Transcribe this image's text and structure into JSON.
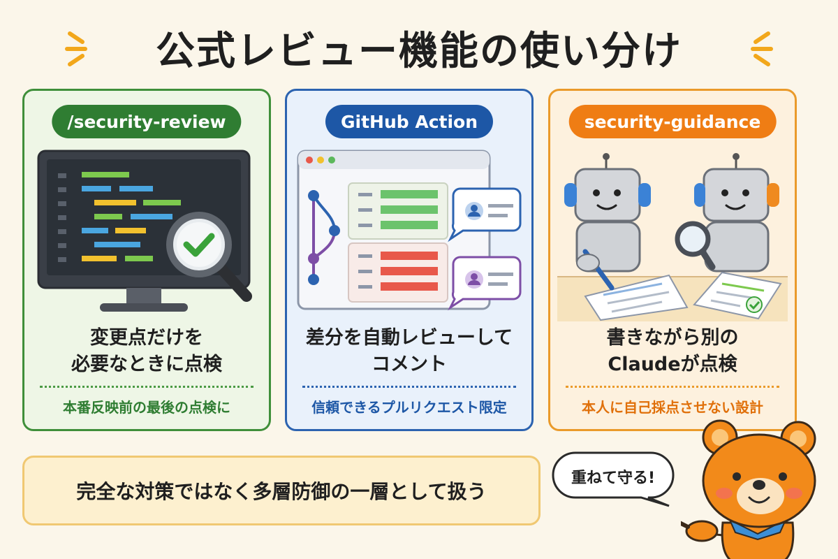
{
  "title": "公式レビュー機能の使い分け",
  "colors": {
    "background": "#fbf6ea",
    "green": "#2f7d32",
    "blue": "#1d57a6",
    "orange": "#ef7d14",
    "red": "#e8584a"
  },
  "cards": [
    {
      "label": "/security-review",
      "description_line1": "変更点だけを",
      "description_line2": "必要なときに点検",
      "note": "本番反映前の最後の点検に",
      "illustration": "monitor-with-magnifier-check-icon"
    },
    {
      "label": "GitHub Action",
      "description_line1": "差分を自動レビューして",
      "description_line2": "コメント",
      "note": "信頼できるプルリクエスト限定",
      "illustration": "browser-diff-with-comments-icon"
    },
    {
      "label": "security-guidance",
      "description_line1": "書きながら別の",
      "description_line2": "Claudeが点検",
      "note": "本人に自己採点させない設計",
      "illustration": "two-robots-reviewing-icon"
    }
  ],
  "bottom_message": "完全な対策ではなく多層防御の一層として扱う",
  "mascot": {
    "speech": "重ねて守る!",
    "icon": "bear-mascot-icon"
  }
}
